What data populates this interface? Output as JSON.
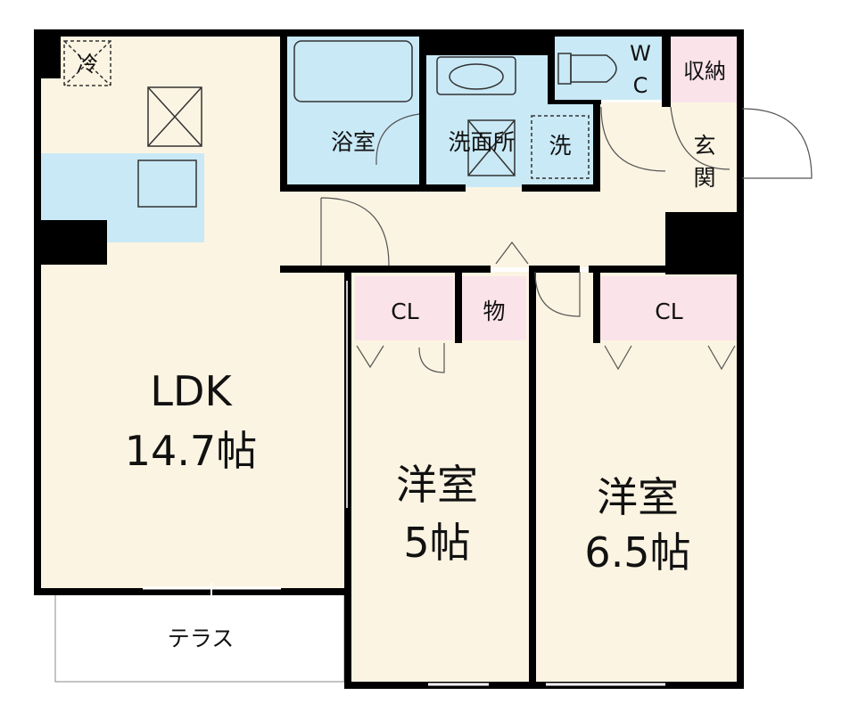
{
  "rooms": {
    "ldk": {
      "name": "LDK",
      "size": "14.7帖"
    },
    "western_a": {
      "name": "洋室",
      "size": "5帖"
    },
    "western_b": {
      "name": "洋室",
      "size": "6.5帖"
    },
    "bath": "浴室",
    "washroom": "洗面所",
    "washer": "洗",
    "fridge": "冷",
    "wc_w": "W",
    "wc_c": "C",
    "storage": "収納",
    "entrance_1": "玄",
    "entrance_2": "関",
    "closet_a": "CL",
    "closet_b": "CL",
    "store": "物",
    "terrace": "テラス"
  },
  "colors": {
    "wall": "#000000",
    "floor": "#fcf4e2",
    "wet": "#c9e9f6",
    "closet": "#fbe3ea",
    "door": "#555555"
  }
}
